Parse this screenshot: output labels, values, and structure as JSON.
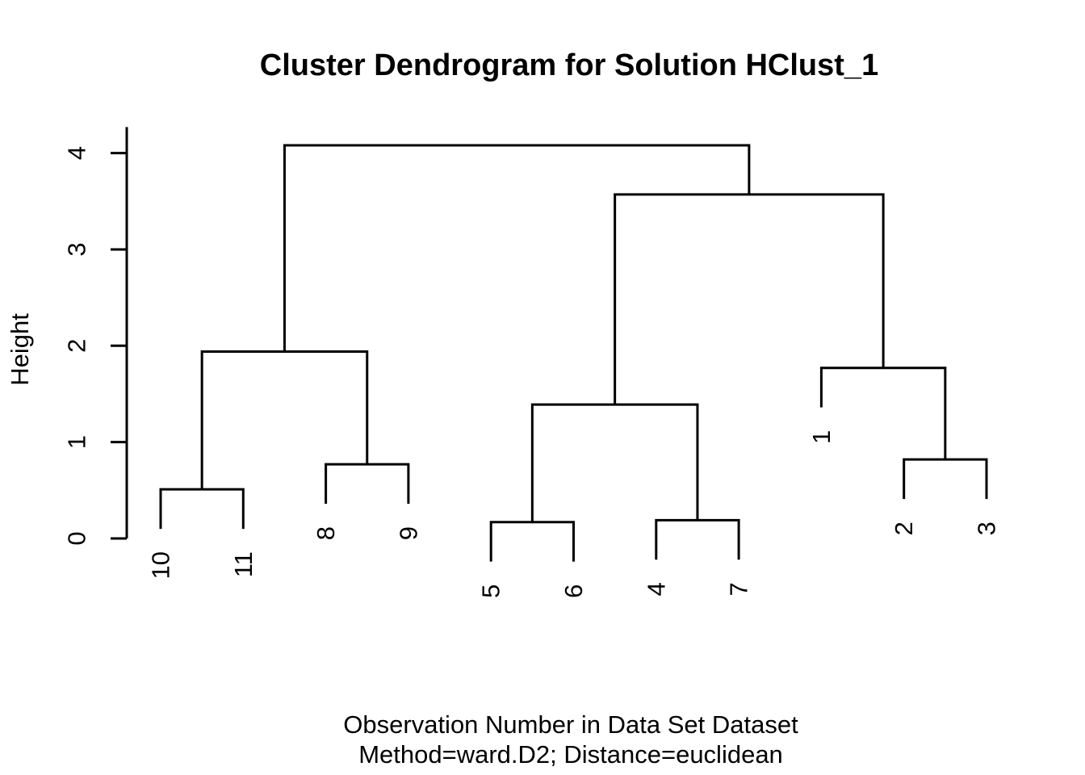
{
  "chart_data": {
    "type": "dendrogram",
    "title": "Cluster Dendrogram for Solution HClust_1",
    "ylabel": "Height",
    "xlabel": "Observation Number in Data Set Dataset",
    "subtitle": "Method=ward.D2; Distance=euclidean",
    "leaf_order": [
      "10",
      "11",
      "8",
      "9",
      "5",
      "6",
      "4",
      "7",
      "1",
      "2",
      "3"
    ],
    "yticks": [
      0,
      1,
      2,
      3,
      4
    ],
    "ylim": [
      0,
      4.27
    ],
    "hang": 0.41,
    "line_color": "#000000",
    "merges": [
      {
        "id": "n1",
        "children": [
          "10",
          "11"
        ],
        "height": 0.51
      },
      {
        "id": "n2",
        "children": [
          "8",
          "9"
        ],
        "height": 0.77
      },
      {
        "id": "n3",
        "children": [
          "n1",
          "n2"
        ],
        "height": 1.94
      },
      {
        "id": "n4",
        "children": [
          "5",
          "6"
        ],
        "height": 0.17
      },
      {
        "id": "n5",
        "children": [
          "4",
          "7"
        ],
        "height": 0.19
      },
      {
        "id": "n6",
        "children": [
          "n4",
          "n5"
        ],
        "height": 1.39
      },
      {
        "id": "n7",
        "children": [
          "2",
          "3"
        ],
        "height": 0.82
      },
      {
        "id": "n8",
        "children": [
          "1",
          "n7"
        ],
        "height": 1.77
      },
      {
        "id": "n9",
        "children": [
          "n6",
          "n8"
        ],
        "height": 3.57
      },
      {
        "id": "n10",
        "children": [
          "n3",
          "n9"
        ],
        "height": 4.08
      }
    ]
  }
}
